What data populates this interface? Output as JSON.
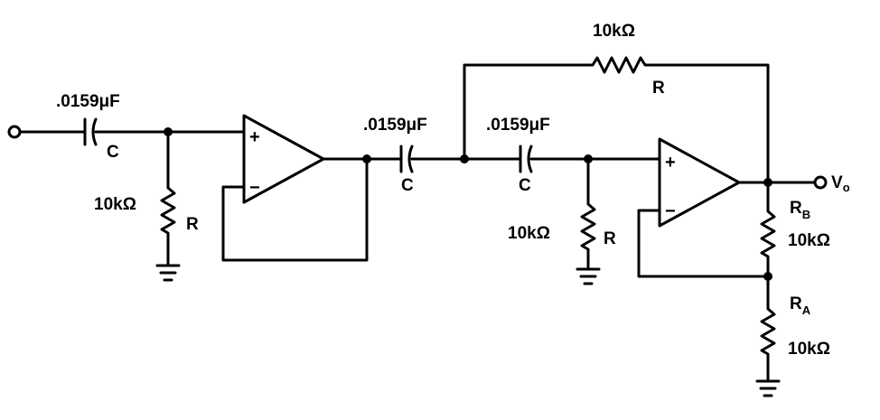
{
  "input_capacitor": {
    "value": ".0159μF",
    "symbol": "C"
  },
  "input_resistor": {
    "value": "10kΩ",
    "symbol": "R"
  },
  "opamp1": {
    "plus": "+",
    "minus": "−"
  },
  "mid_capacitor1": {
    "value": ".0159μF",
    "symbol": "C"
  },
  "mid_capacitor2": {
    "value": ".0159μF",
    "symbol": "C"
  },
  "feedback_resistor": {
    "value": "10kΩ",
    "symbol": "R"
  },
  "second_resistor": {
    "value": "10kΩ",
    "symbol": "R"
  },
  "opamp2": {
    "plus": "+",
    "minus": "−"
  },
  "output": {
    "label": "V",
    "sub": "o"
  },
  "rb": {
    "symbol": "R",
    "sub": "B",
    "value": "10kΩ"
  },
  "ra": {
    "symbol": "R",
    "sub": "A",
    "value": "10kΩ"
  }
}
